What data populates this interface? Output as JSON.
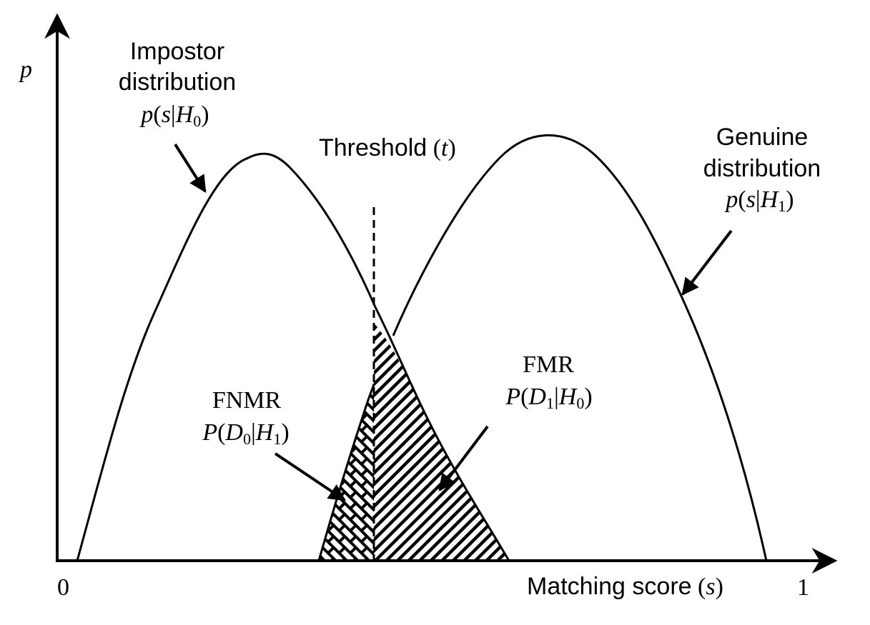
{
  "axes": {
    "y_label": "p",
    "x_label": "Matching score",
    "x_label_var": "s",
    "x_min_label": "0",
    "x_max_label": "1"
  },
  "impostor": {
    "line1": "Impostor",
    "line2": "distribution",
    "formula": {
      "p": "p",
      "s": "s",
      "H": "H",
      "sub": "0"
    }
  },
  "genuine": {
    "line1": "Genuine",
    "line2": "distribution",
    "formula": {
      "p": "p",
      "s": "s",
      "H": "H",
      "sub": "1"
    }
  },
  "threshold": {
    "label": "Threshold",
    "var": "t"
  },
  "fnmr": {
    "name": "FNMR",
    "formula": {
      "P": "P",
      "D": "D",
      "dsub": "0",
      "H": "H",
      "hsub": "1"
    }
  },
  "fmr": {
    "name": "FMR",
    "formula": {
      "P": "P",
      "D": "D",
      "dsub": "1",
      "H": "H",
      "hsub": "0"
    }
  },
  "colors": {
    "ink": "#000000",
    "background": "#ffffff"
  }
}
